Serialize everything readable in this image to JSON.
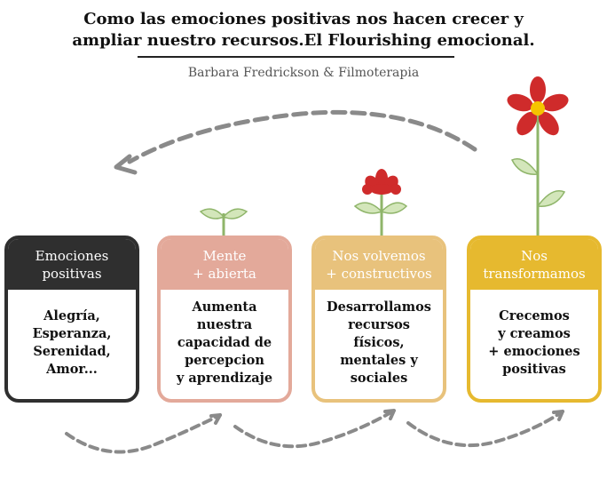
{
  "header": {
    "title_line1": "Como las emociones positivas nos hacen crecer y",
    "title_line2": "ampliar nuestro recursos.El Flourishing emocional.",
    "subtitle": "Barbara Fredrickson & Filmoterapia"
  },
  "cards": [
    {
      "head": "Emociones positivas",
      "body": "Alegría,\nEsperanza,\nSerenidad,\nAmor...",
      "color": "#2f2f2f"
    },
    {
      "head": "Mente\n+ abierta",
      "body": "Aumenta nuestra\ncapacidad de\npercepcion\ny aprendizaje",
      "color": "#e3a99a"
    },
    {
      "head": "Nos volvemos\n+ constructivos",
      "body": "Desarrollamos\nrecursos físicos,\nmentales y\nsociales",
      "color": "#e8c27c"
    },
    {
      "head": "Nos\ntransformamos",
      "body": "Crecemos\ny creamos\n+ emociones\npositivas",
      "color": "#e6b92f"
    }
  ],
  "colors": {
    "arrow": "#8a8a8a",
    "leaf": "#d3e6ba",
    "leaf_stroke": "#8fb56a",
    "petal": "#cf2b2b",
    "flower_center": "#f5c400"
  }
}
